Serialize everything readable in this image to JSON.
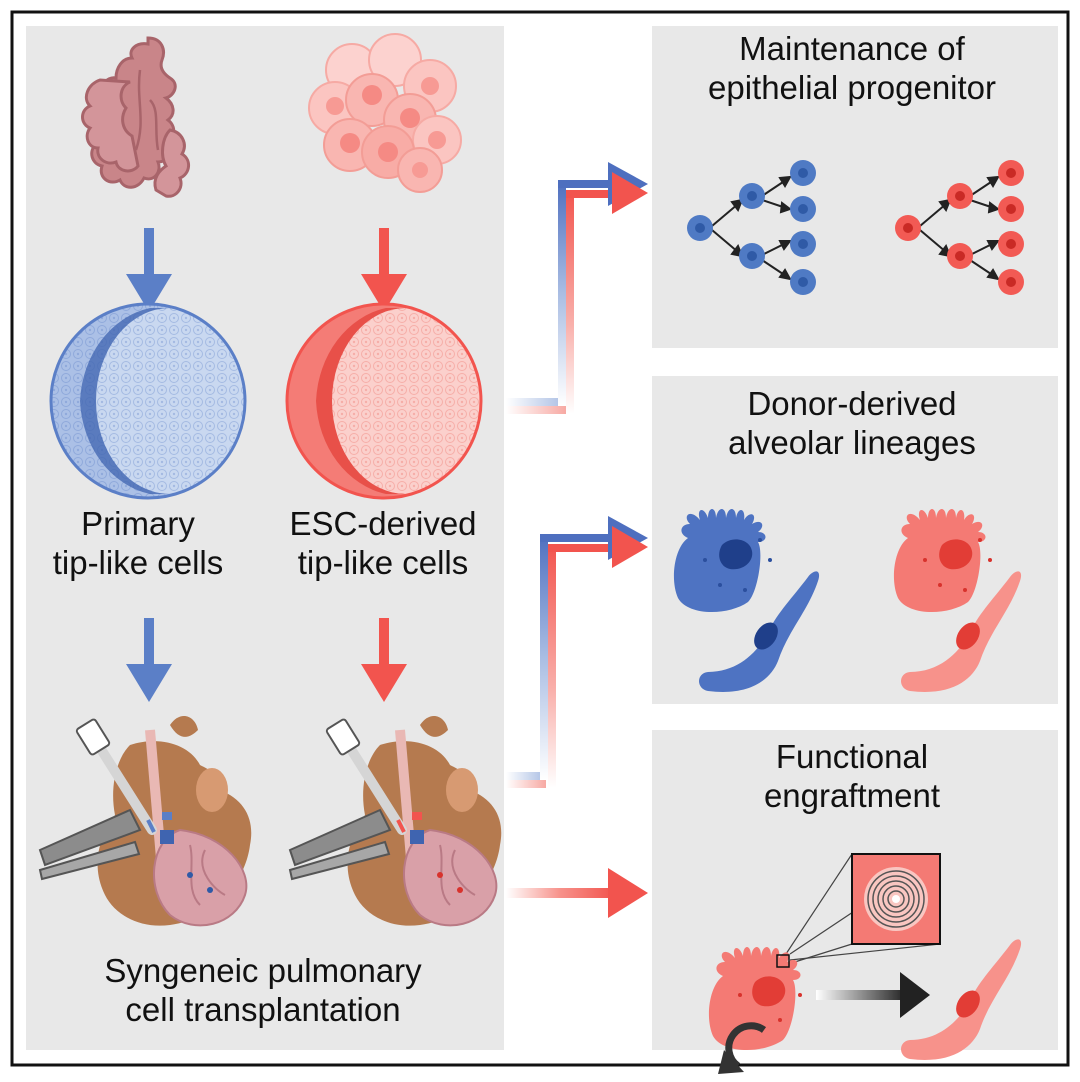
{
  "left_panel": {
    "primary_label": [
      "Primary",
      "tip-like cells"
    ],
    "esc_label": [
      "ESC-derived",
      "tip-like cells"
    ],
    "transplant_label": [
      "Syngeneic pulmonary",
      "cell transplantation"
    ]
  },
  "outcomes": [
    {
      "title": [
        "Maintenance of",
        "epithelial progenitor"
      ]
    },
    {
      "title": [
        "Donor-derived",
        "alveolar lineages"
      ]
    },
    {
      "title": [
        "Functional",
        "engraftment"
      ]
    }
  ],
  "colors": {
    "blue": "#5b7fc7",
    "blue_light": "#bcd0ee",
    "blue_dark": "#2f5aa6",
    "red": "#f2544e",
    "red_light": "#f9c3be",
    "red_dark": "#d8322c",
    "panel_bg": "#e8e8e8",
    "lung_pink": "#c98589",
    "mouse_brown": "#b57a4f"
  }
}
